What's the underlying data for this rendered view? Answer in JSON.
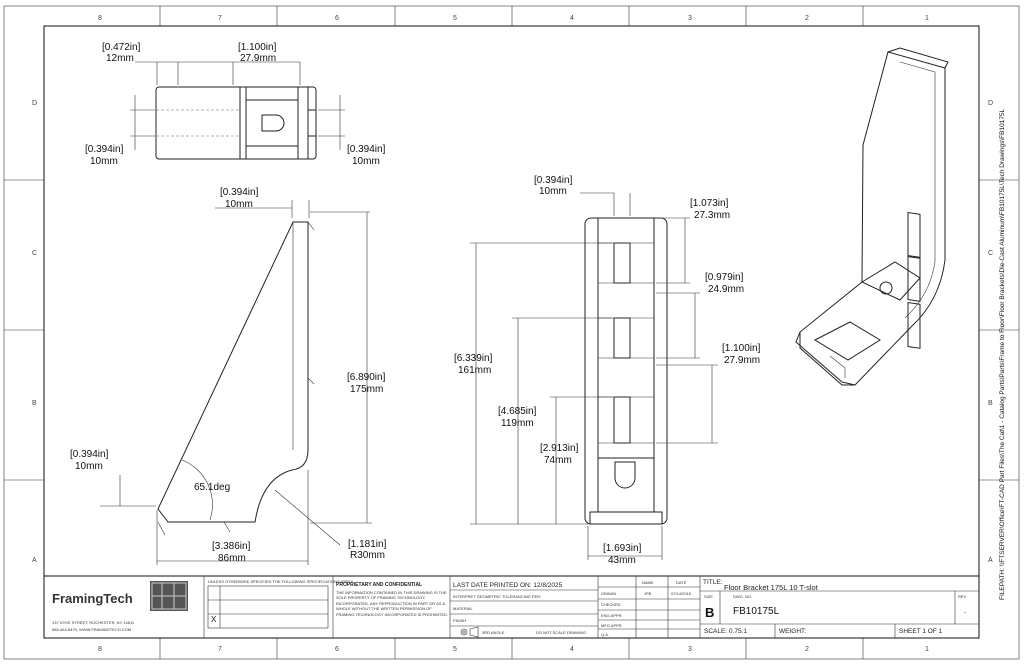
{
  "zones": {
    "cols": [
      "8",
      "7",
      "6",
      "5",
      "4",
      "3",
      "2",
      "1"
    ],
    "rows": [
      "D",
      "C",
      "B",
      "A"
    ]
  },
  "dims": {
    "top_12": {
      "in": "[0.472in]",
      "mm": "12mm"
    },
    "top_279": {
      "in": "[1.100in]",
      "mm": "27.9mm"
    },
    "top_left10": {
      "in": "[0.394in]",
      "mm": "10mm"
    },
    "top_right10": {
      "in": "[0.394in]",
      "mm": "10mm"
    },
    "side_top10": {
      "in": "[0.394in]",
      "mm": "10mm"
    },
    "side_175": {
      "in": "[6.890in]",
      "mm": "175mm"
    },
    "side_left10": {
      "in": "[0.394in]",
      "mm": "10mm"
    },
    "side_angle": "65.1deg",
    "side_86": {
      "in": "[3.386in]",
      "mm": "86mm"
    },
    "side_r30": {
      "in": "[1.181in]",
      "mm": "R30mm"
    },
    "front_top10": {
      "in": "[0.394in]",
      "mm": "10mm"
    },
    "front_273": {
      "in": "[1.073in]",
      "mm": "27.3mm"
    },
    "front_249": {
      "in": "[0.979in]",
      "mm": "24.9mm"
    },
    "front_279": {
      "in": "[1.100in]",
      "mm": "27.9mm"
    },
    "front_161": {
      "in": "[6.339in]",
      "mm": "161mm"
    },
    "front_119": {
      "in": "[4.685in]",
      "mm": "119mm"
    },
    "front_74": {
      "in": "[2.913in]",
      "mm": "74mm"
    },
    "front_43": {
      "in": "[1.693in]",
      "mm": "43mm"
    }
  },
  "filepath": "FILEPATH: \\\\FTSERVER\\Office\\FT-CAD Part Files\\The Cat\\1 - Catalog Parts\\Parts\\Frame to Floor\\Floor Brackets\\Die-Cast Aluminum\\FB10175L\\Tech Drawings\\FB10175L",
  "title_block": {
    "logo": "FramingTech",
    "address": "137 DYKE STREET, ROCHESTER, NY 14611",
    "contact": "585-464-8470, WWW.FRAMINGTECH.COM",
    "tolerance_header": "UNLESS OTHERWISE SPECIFIED THE FOLLOWING SPECIFICATIONS APPLY",
    "proprietary_title": "PROPRIETARY AND CONFIDENTIAL",
    "proprietary_text": "THE INFORMATION CONTAINED IN THIS DRAWING IS THE SOLE PROPERTY OF FRAMING TECHNOLOGY, INCORPORATED. ANY REPRODUCTION IN PART OR AS A WHOLE WITHOUT THE WRITTEN PERMISSION OF FRAMING TECHNOLOGY INCORPORATED IS PROHIBITED.",
    "last_printed": "LAST DATE PRINTED ON: 12/8/2025",
    "interpret": "INTERPRET GEOMETRIC TOLERANCING PER:",
    "material": "MATERIAL",
    "finish": "FINISH",
    "third_angle": "3RD ANGLE",
    "do_not_scale": "DO NOT SCALE DRAWING",
    "col_name": "NAME",
    "col_date": "DATE",
    "drawn": "DRAWN",
    "drawn_by": "JPB",
    "drawn_date": "07/14/2015",
    "checked": "CHECKED",
    "eng_appr": "ENG APPR.",
    "mfg_appr": "MFG APPR.",
    "qa": "Q.A.",
    "title_label": "TITLE:",
    "title": "Floor Bracket 175L 10 T-slot",
    "size_label": "SIZE",
    "size": "B",
    "dwg_label": "DWG. NO.",
    "dwg_no": "FB10175L",
    "rev_label": "REV",
    "rev": "-",
    "scale": "SCALE: 0.75:1",
    "weight": "WEIGHT:",
    "sheet": "SHEET 1 OF 1"
  }
}
